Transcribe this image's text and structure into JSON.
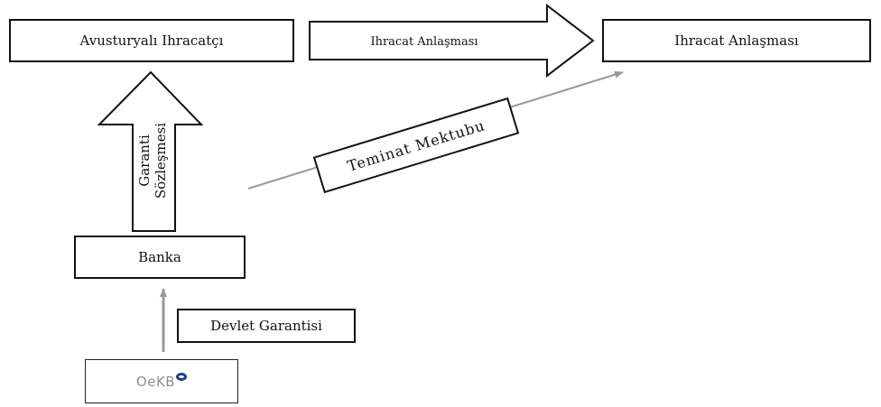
{
  "nodes": {
    "exporter": "Avusturyalı Ihracatçı",
    "agreement": "Ihracat Anlaşması",
    "bank": "Banka",
    "oekb_logo_text": "OeKB"
  },
  "arrows": {
    "export_agreement": "Ihracat Anlaşması",
    "guarantee_contract_line1": "Garanti",
    "guarantee_contract_line2": "Sözleşmesi",
    "letter_of_guarantee": "Teminat Mektubu",
    "state_guarantee": "Devlet Garantisi"
  },
  "colors": {
    "line": "#111111",
    "thin_arrow": "#999999",
    "logo_text": "#8a8f96",
    "logo_ring": "#1f3a8a"
  }
}
